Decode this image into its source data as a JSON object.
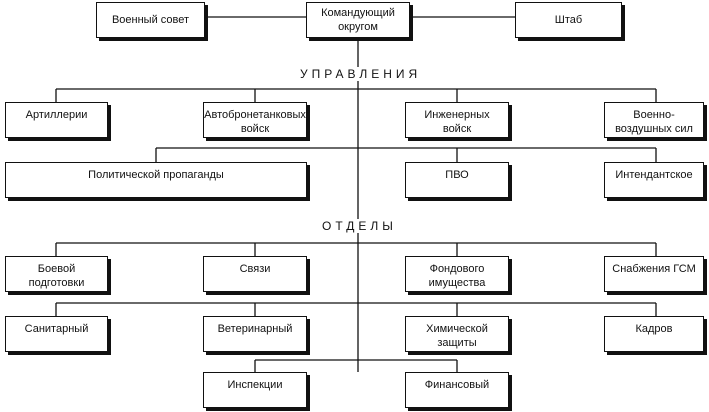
{
  "top": {
    "council": "Военный совет",
    "commander": "Командующий округом",
    "staff": "Штаб"
  },
  "sections": {
    "directorates": "УПРАВЛЕНИЯ",
    "departments": "ОТДЕЛЫ"
  },
  "directorates": {
    "artillery": "Артиллерии",
    "armored": "Автобронетанковых войск",
    "engineer": "Инженерных войск",
    "air_force": "Военно-воздушных сил",
    "political": "Политической пропаганды",
    "air_defense": "ПВО",
    "quartermaster": "Интендантское"
  },
  "departments": {
    "combat_training": "Боевой подготовки",
    "signals": "Связи",
    "fund_property": "Фондового имущества",
    "fuel_supply": "Снабжения ГСМ",
    "medical": "Санитарный",
    "veterinary": "Ветеринарный",
    "chemical": "Химической защиты",
    "personnel": "Кадров",
    "inspection": "Инспекции",
    "finance": "Финансовый"
  }
}
